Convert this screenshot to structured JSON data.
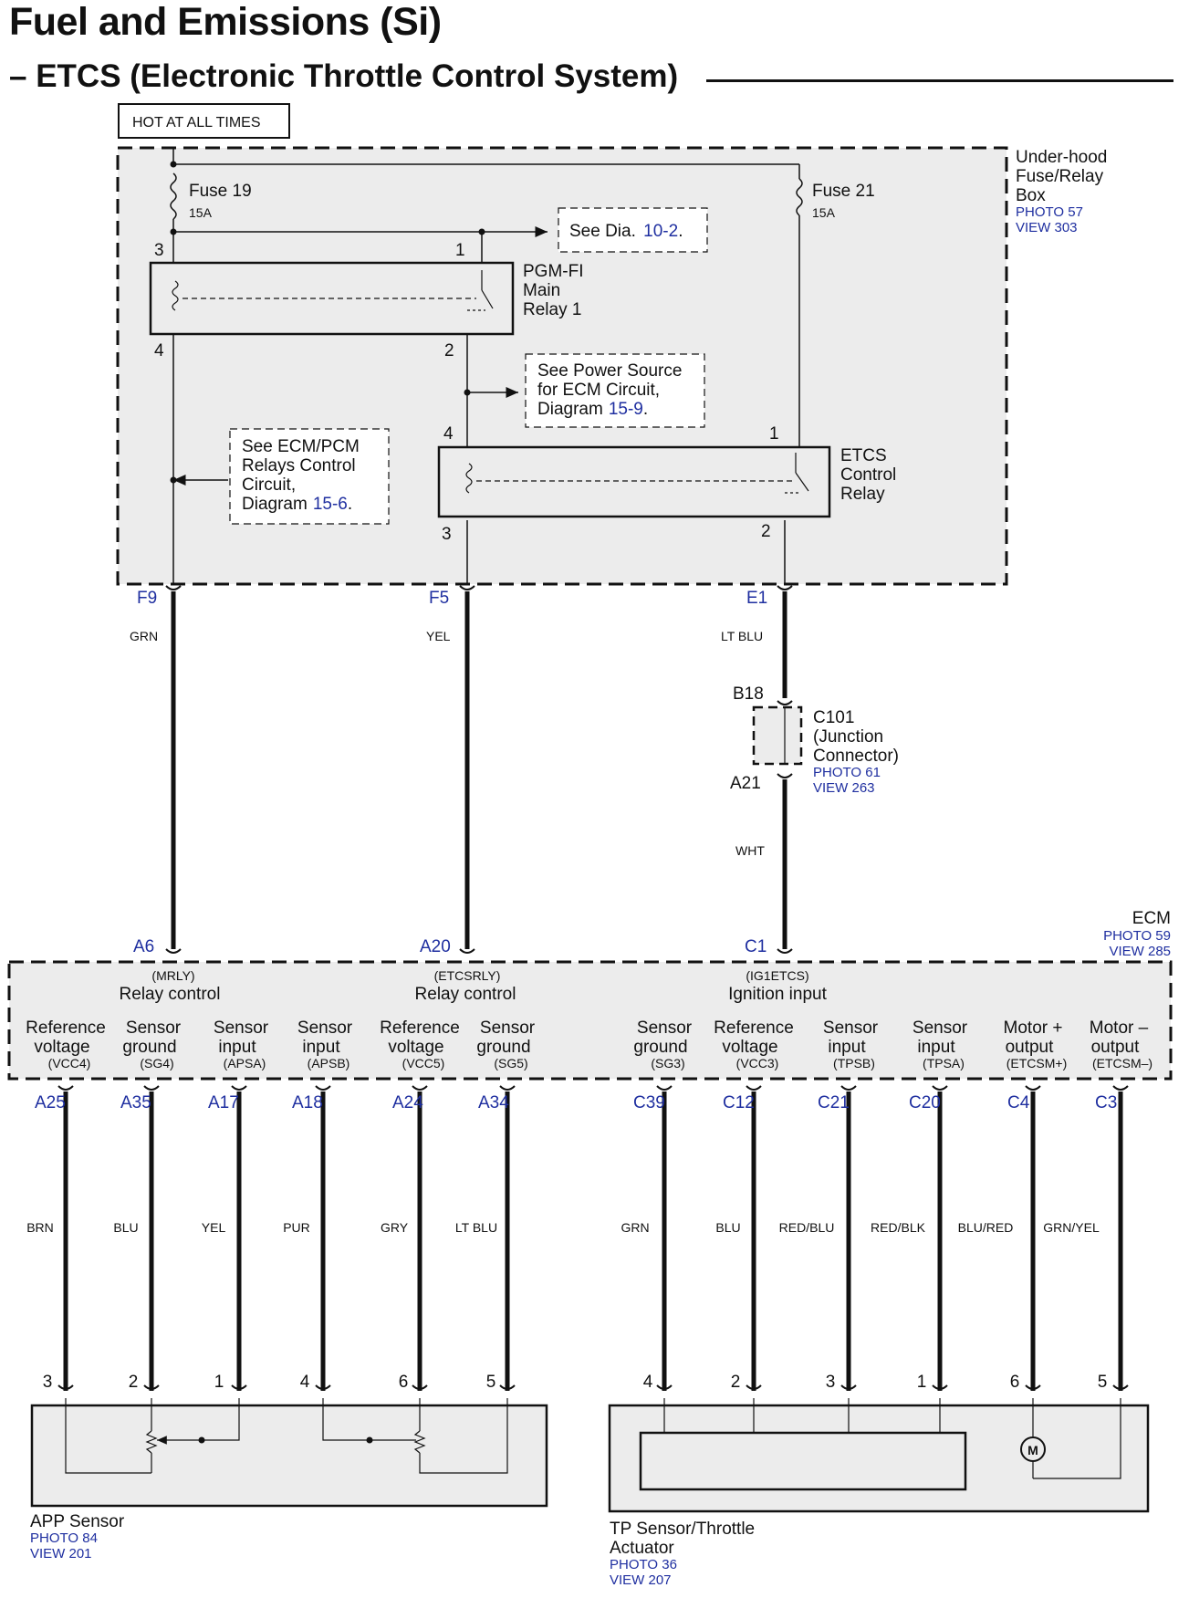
{
  "title": "Fuel and Emissions (Si)",
  "subtitle": "– ETCS (Electronic Throttle Control System)",
  "hot_label": "HOT AT ALL TIMES",
  "fusebox": {
    "name_lines": [
      "Under-hood",
      "Fuse/Relay",
      "Box"
    ],
    "photo": "PHOTO 57",
    "view": "VIEW 303",
    "fuse19": {
      "name": "Fuse 19",
      "rating": "15A"
    },
    "fuse21": {
      "name": "Fuse 21",
      "rating": "15A"
    },
    "see_dia": {
      "prefix": "See  Dia.",
      "ref": "10-2",
      "suffix": "."
    },
    "see_power": {
      "line1": "See Power Source",
      "line2": "for ECM Circuit,",
      "line3": "Diagram",
      "ref": "15-9",
      "suffix": "."
    },
    "see_relays": {
      "line1": "See ECM/PCM",
      "line2": "Relays Control",
      "line3": "Circuit,",
      "line4": "Diagram",
      "ref": "15-6",
      "suffix": "."
    },
    "main_relay": {
      "lines": [
        "PGM-FI",
        "Main",
        "Relay 1"
      ],
      "pins": [
        "3",
        "1",
        "4",
        "2"
      ]
    },
    "etcs_relay": {
      "lines": [
        "ETCS",
        "Control",
        "Relay"
      ],
      "pins": [
        "4",
        "1",
        "3",
        "2"
      ]
    },
    "outputs": [
      "F9",
      "F5",
      "E1"
    ]
  },
  "wires_top": [
    {
      "color": "GRN"
    },
    {
      "color": "YEL"
    },
    {
      "color": "LT BLU"
    },
    {
      "color": "WHT"
    }
  ],
  "junction": {
    "pin_top": "B18",
    "pin_bottom": "A21",
    "lines": [
      "C101",
      "(Junction",
      "Connector)"
    ],
    "photo": "PHOTO 61",
    "view": "VIEW 263"
  },
  "ecm": {
    "name": "ECM",
    "photo": "PHOTO 59",
    "view": "VIEW 285",
    "top_pins": [
      "A6",
      "A20",
      "C1"
    ],
    "top_functions": [
      {
        "code": "(MRLY)",
        "label": "Relay control"
      },
      {
        "code": "(ETCSRLY)",
        "label": "Relay control"
      },
      {
        "code": "(IG1ETCS)",
        "label": "Ignition input"
      }
    ],
    "bottom_terminals": [
      {
        "l1": "Reference",
        "l2": "voltage",
        "code": "(VCC4)",
        "pin": "A25",
        "wire": "BRN",
        "spin": "3"
      },
      {
        "l1": "Sensor",
        "l2": "ground",
        "code": "(SG4)",
        "pin": "A35",
        "wire": "BLU",
        "spin": "2"
      },
      {
        "l1": "Sensor",
        "l2": "input",
        "code": "(APSA)",
        "pin": "A17",
        "wire": "YEL",
        "spin": "1"
      },
      {
        "l1": "Sensor",
        "l2": "input",
        "code": "(APSB)",
        "pin": "A18",
        "wire": "PUR",
        "spin": "4"
      },
      {
        "l1": "Reference",
        "l2": "voltage",
        "code": "(VCC5)",
        "pin": "A24",
        "wire": "GRY",
        "spin": "6"
      },
      {
        "l1": "Sensor",
        "l2": "ground",
        "code": "(SG5)",
        "pin": "A34",
        "wire": "LT BLU",
        "spin": "5"
      },
      {
        "l1": "Sensor",
        "l2": "ground",
        "code": "(SG3)",
        "pin": "C39",
        "wire": "GRN",
        "spin": "4"
      },
      {
        "l1": "Reference",
        "l2": "voltage",
        "code": "(VCC3)",
        "pin": "C12",
        "wire": "BLU",
        "spin": "2"
      },
      {
        "l1": "Sensor",
        "l2": "input",
        "code": "(TPSB)",
        "pin": "C21",
        "wire": "RED/BLU",
        "spin": "3"
      },
      {
        "l1": "Sensor",
        "l2": "input",
        "code": "(TPSA)",
        "pin": "C20",
        "wire": "RED/BLK",
        "spin": "1"
      },
      {
        "l1": "Motor +",
        "l2": "output",
        "code": "(ETCSM+)",
        "pin": "C4",
        "wire": "BLU/RED",
        "spin": "6"
      },
      {
        "l1": "Motor –",
        "l2": "output",
        "code": "(ETCSM–)",
        "pin": "C3",
        "wire": "GRN/YEL",
        "spin": "5"
      }
    ]
  },
  "app_sensor": {
    "name": "APP Sensor",
    "photo": "PHOTO 84",
    "view": "VIEW 201"
  },
  "tp_sensor": {
    "line1": "TP Sensor/Throttle",
    "line2": "Actuator",
    "photo": "PHOTO 36",
    "view": "VIEW 207",
    "motor_symbol": "M"
  }
}
